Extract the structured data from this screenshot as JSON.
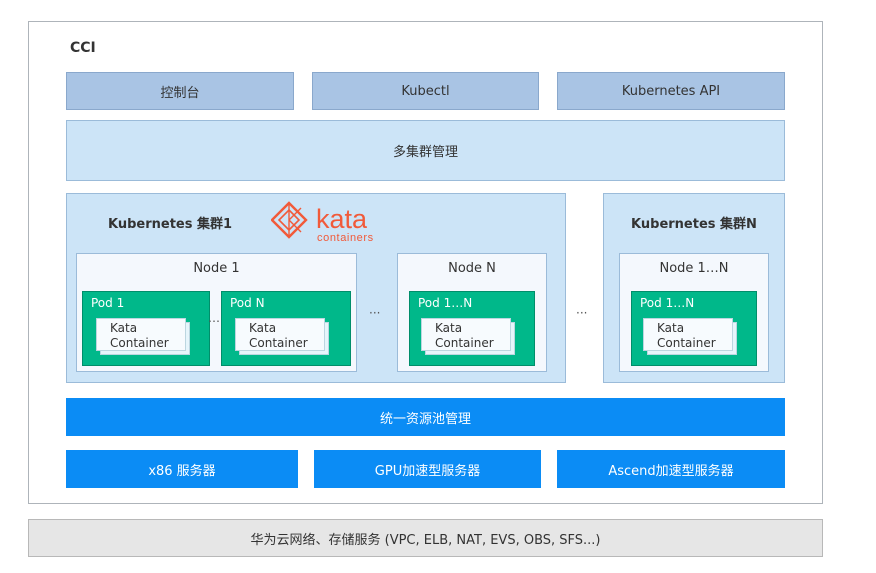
{
  "title": "CCI",
  "access": [
    "控制台",
    "Kubectl",
    "Kubernetes API"
  ],
  "multi_cluster": "多集群管理",
  "clusters": [
    {
      "label": "Kubernetes 集群1",
      "nodes": [
        {
          "label": "Node 1",
          "pods": [
            "Pod 1",
            "Pod N"
          ]
        },
        {
          "label": "Node N",
          "pods": [
            "Pod 1…N"
          ]
        }
      ]
    },
    {
      "label": "Kubernetes 集群N",
      "nodes": [
        {
          "label": "Node 1…N",
          "pods": [
            "Pod 1…N"
          ]
        }
      ]
    }
  ],
  "container": {
    "line1": "Kata",
    "line2": "Container"
  },
  "ellipsis": "…",
  "pool_ellipsis": "···",
  "logo": {
    "name": "kata",
    "subtitle": "containers",
    "color": "#f15a3a"
  },
  "resource_pool": "统一资源池管理",
  "servers": [
    "x86 服务器",
    "GPU加速型服务器",
    "Ascend加速型服务器"
  ],
  "infrastructure": "华为云网络、存储服务 (VPC, ELB, NAT, EVS, OBS, SFS...)",
  "colors": {
    "accent_blue": "#0b8cf5",
    "pod_green": "#00b88a",
    "light_blue": "#cce4f7",
    "top_blue": "#a9c4e4"
  }
}
